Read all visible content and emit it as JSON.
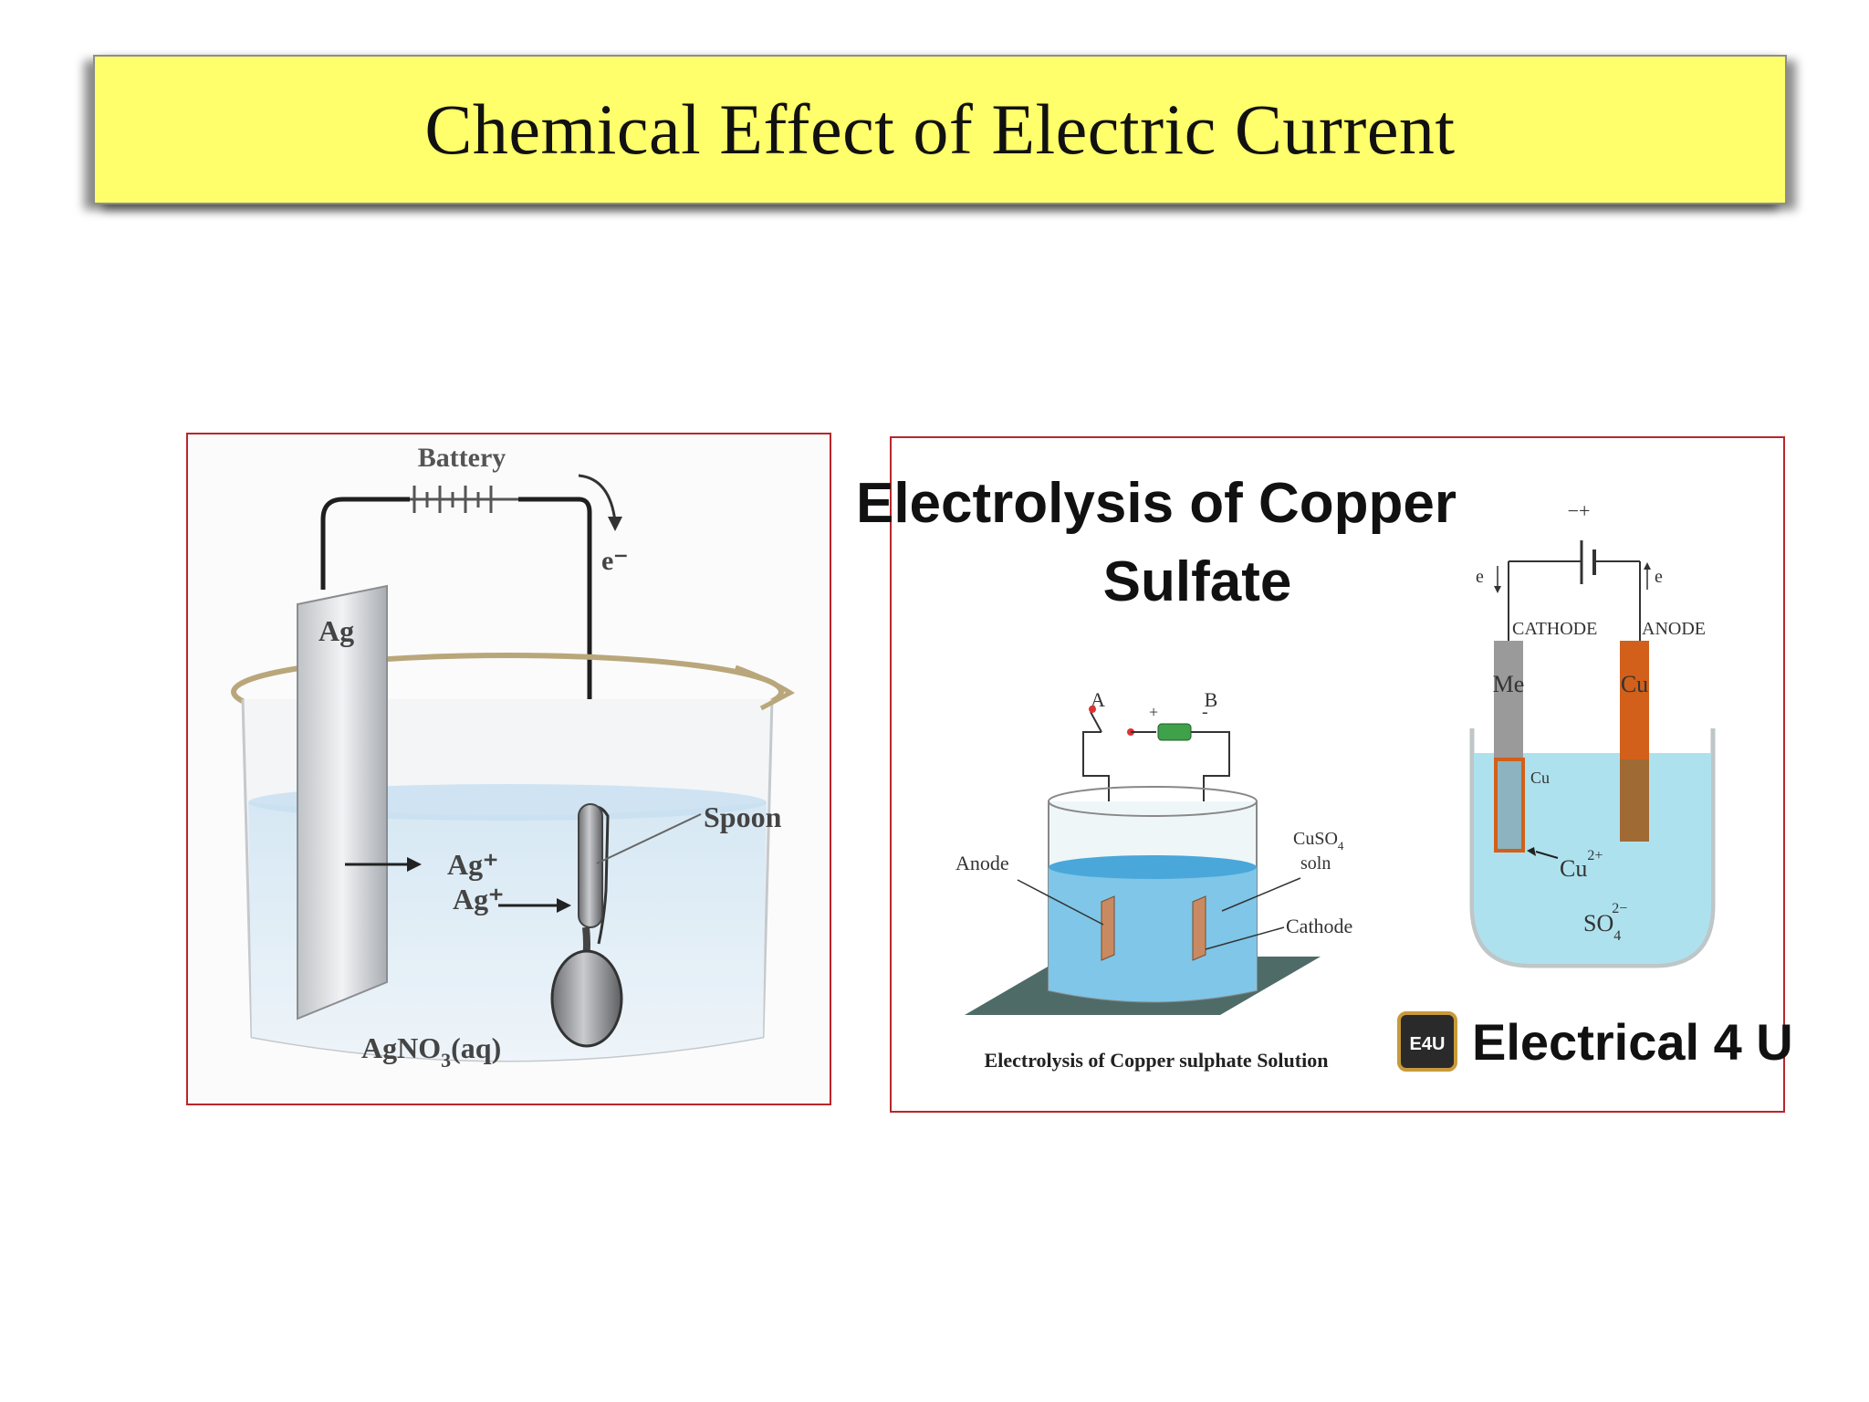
{
  "slide": {
    "title": "Chemical Effect of Electric Current"
  },
  "left_figure": {
    "labels": {
      "battery": "Battery",
      "electron": "e⁻",
      "ag_electrode": "Ag",
      "spoon": "Spoon",
      "ion_1": "Ag⁺",
      "ion_2": "Ag⁺",
      "solution_main": "AgNO",
      "solution_sub": "3",
      "solution_tail": "(aq)"
    }
  },
  "right_figure": {
    "heading_line1": "Electrolysis of Copper",
    "heading_line2": "Sulfate",
    "left_diagram": {
      "switch_label": "A",
      "terminal_label": "B",
      "plus": "+",
      "minus": "-",
      "anode": "Anode",
      "solution_line1": "CuSO",
      "solution_sub": "4",
      "solution_line2": "soln",
      "cathode": "Cathode",
      "caption": "Electrolysis of Copper sulphate Solution"
    },
    "right_diagram": {
      "battery_sign": "−+",
      "electron_left": "e",
      "electron_right": "e",
      "cathode": "CATHODE",
      "anode": "ANODE",
      "cathode_metal": "Me",
      "anode_metal": "Cu",
      "deposit": "Cu",
      "cation": "Cu",
      "cation_charge": "2+",
      "anion": "SO",
      "anion_sub": "4",
      "anion_charge": "2−"
    },
    "brand": {
      "badge": "E4U",
      "name": "Electrical 4 U"
    }
  },
  "colors": {
    "title_background": "#ffff6b",
    "figure_border": "#b8262b",
    "copper": "#d2601a",
    "solution_blue": "#aee1ee"
  }
}
